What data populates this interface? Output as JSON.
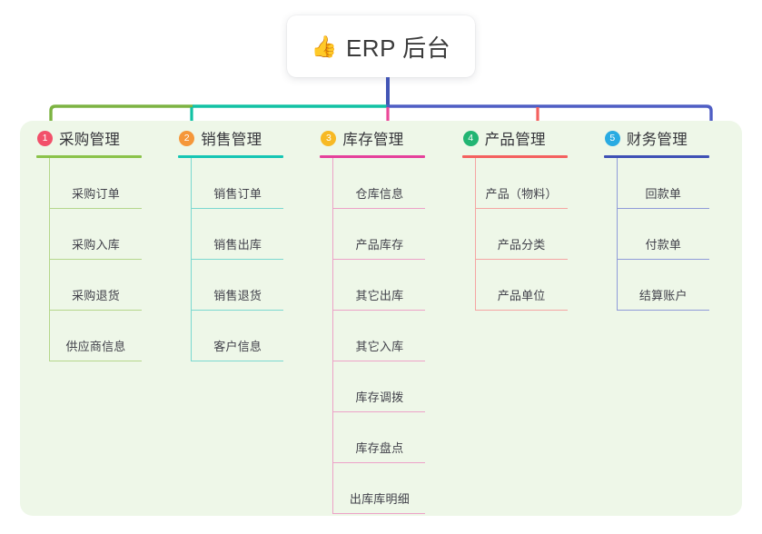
{
  "root": {
    "emoji": "👍",
    "emoji_name": "thumbs-up-icon",
    "title": "ERP 后台"
  },
  "palette": {
    "panel_bg": "#eef7e8",
    "page_bg": "#ffffff",
    "stem_blue": "#4255b5",
    "connector_green": "#7cb342",
    "connector_teal": "#12c2a4",
    "connector_blue": "#4f5ec4",
    "stub_pink": "#ec4899",
    "stub_red": "#f4615f"
  },
  "columns": [
    {
      "number": "1",
      "title": "采购管理",
      "badge_color": "#f2506a",
      "accent": "#8bc34a",
      "accent_light": "#b5d78c",
      "items": [
        {
          "label": "采购订单"
        },
        {
          "label": "采购入库"
        },
        {
          "label": "采购退货"
        },
        {
          "label": "供应商信息"
        }
      ]
    },
    {
      "number": "2",
      "title": "销售管理",
      "badge_color": "#f5973a",
      "accent": "#16c6b4",
      "accent_light": "#7bd8d0",
      "items": [
        {
          "label": "销售订单"
        },
        {
          "label": "销售出库"
        },
        {
          "label": "销售退货"
        },
        {
          "label": "客户信息"
        }
      ]
    },
    {
      "number": "3",
      "title": "库存管理",
      "badge_color": "#f7b924",
      "accent": "#e5419b",
      "accent_light": "#eda2c8",
      "items": [
        {
          "label": "仓库信息"
        },
        {
          "label": "产品库存"
        },
        {
          "label": "其它出库"
        },
        {
          "label": "其它入库"
        },
        {
          "label": "库存调拨"
        },
        {
          "label": "库存盘点"
        },
        {
          "label": "出库库明细"
        }
      ]
    },
    {
      "number": "4",
      "title": "产品管理",
      "badge_color": "#22b573",
      "accent": "#f4615f",
      "accent_light": "#f5a5a3",
      "items": [
        {
          "label": "产品（物料）"
        },
        {
          "label": "产品分类"
        },
        {
          "label": "产品单位"
        }
      ]
    },
    {
      "number": "5",
      "title": "财务管理",
      "badge_color": "#29abe2",
      "accent": "#3f51b5",
      "accent_light": "#8f9bd8",
      "items": [
        {
          "label": "回款单"
        },
        {
          "label": "付款单"
        },
        {
          "label": "结算账户"
        }
      ]
    }
  ]
}
